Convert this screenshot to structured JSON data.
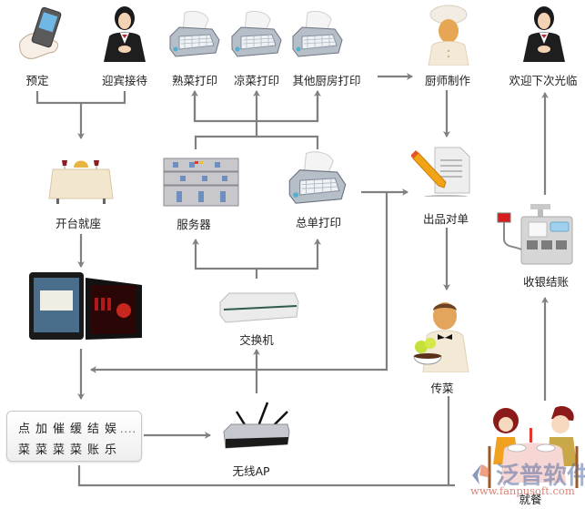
{
  "title": "餐饮管理系统流程图",
  "nodes": {
    "reserve": {
      "label": "预定",
      "icon": "mobile-phone-icon"
    },
    "greeter": {
      "label": "迎宾接待",
      "icon": "receptionist-icon"
    },
    "print_hot": {
      "label": "熟菜打印",
      "icon": "printer-icon"
    },
    "print_cold": {
      "label": "凉菜打印",
      "icon": "printer-icon"
    },
    "print_other": {
      "label": "其他厨房打印",
      "icon": "printer-icon"
    },
    "chef": {
      "label": "厨师制作",
      "icon": "chef-icon"
    },
    "farewell": {
      "label": "欢迎下次光临",
      "icon": "receptionist-icon"
    },
    "seat": {
      "label": "开台就座",
      "icon": "dining-table-icon"
    },
    "server": {
      "label": "服务器",
      "icon": "server-rack-icon"
    },
    "master_print": {
      "label": "总单打印",
      "icon": "printer-icon"
    },
    "checklist": {
      "label": "出品对单",
      "icon": "document-pencil-icon"
    },
    "cashier": {
      "label": "收银结账",
      "icon": "cash-register-icon"
    },
    "tablets": {
      "label": "",
      "icon": "tablet-icon"
    },
    "switch": {
      "label": "交换机",
      "icon": "network-switch-icon"
    },
    "waiter": {
      "label": "传菜",
      "icon": "waiter-icon"
    },
    "wireless_ap": {
      "label": "无线AP",
      "icon": "wireless-router-icon"
    },
    "dining": {
      "label": "就餐",
      "icon": "diners-icon"
    }
  },
  "functions_box": {
    "items": [
      "点",
      "加",
      "催",
      "缓",
      "结",
      "娱",
      "菜",
      "菜",
      "菜",
      "菜",
      "账",
      "乐"
    ],
    "more": "····"
  },
  "watermark": {
    "brand": "泛普软件",
    "url": "www.fanpusoft.com"
  },
  "colors": {
    "line": "#808080",
    "text": "#222222",
    "background": "#ffffff"
  }
}
